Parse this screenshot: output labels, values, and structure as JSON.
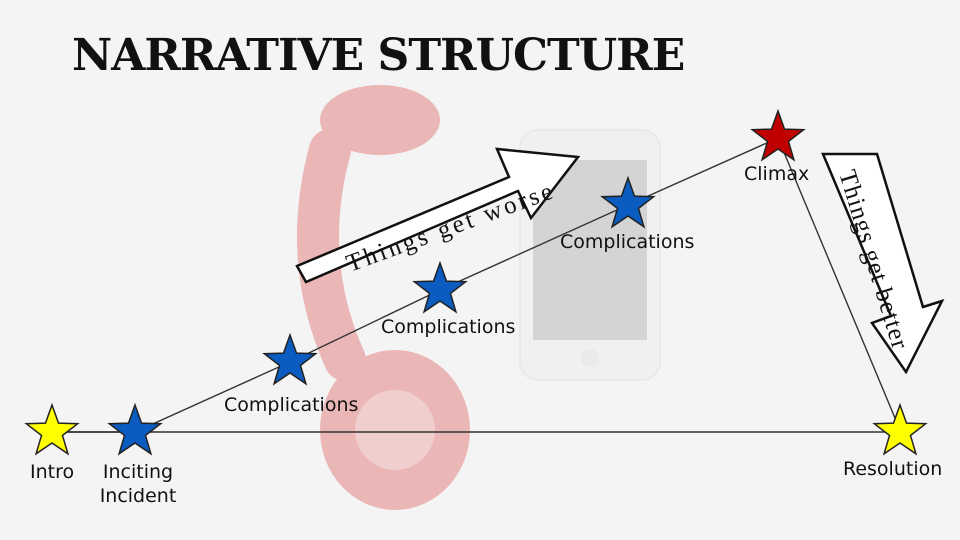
{
  "title": "NARRATIVE STRUCTURE",
  "labels": {
    "intro": "Intro",
    "inciting_line1": "Inciting",
    "inciting_line2": "Incident",
    "complications_1": "Complications",
    "complications_2": "Complications",
    "complications_3": "Complications",
    "climax": "Climax",
    "resolution": "Resolution"
  },
  "arrows": {
    "rising": "Things get worse",
    "falling": "Things get better"
  },
  "colors": {
    "yellow_star": "#ffff00",
    "blue_star": "#0b5cc0",
    "red_star": "#c00000",
    "line": "#333333",
    "arrow_fill": "#ffffff",
    "arrow_stroke": "#111111"
  }
}
